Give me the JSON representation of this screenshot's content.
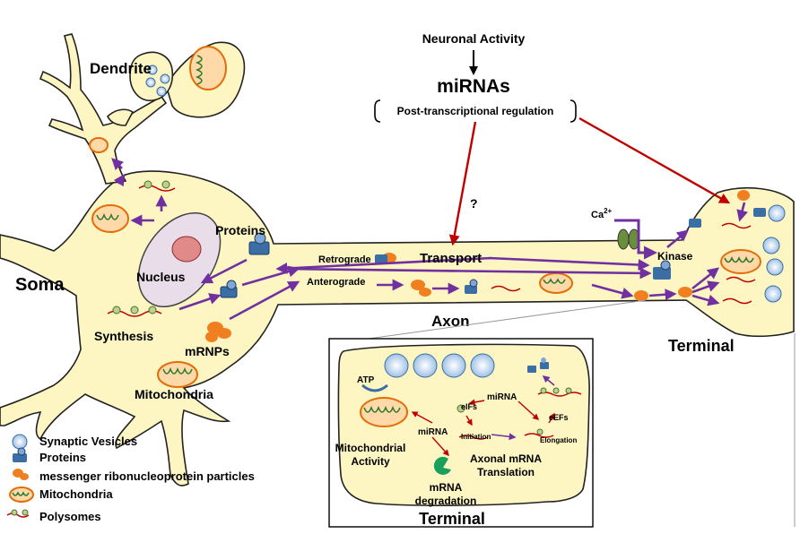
{
  "labels": {
    "neuronal_activity": "Neuronal Activity",
    "mirnas": "miRNAs",
    "post_transcriptional": "Post-transcriptional regulation",
    "question": "?",
    "dendrite": "Dendrite",
    "soma": "Soma",
    "nucleus": "Nucleus",
    "proteins": "Proteins",
    "synthesis": "Synthesis",
    "mrnps": "mRNPs",
    "mitochondria": "Mitochondria",
    "retrograde": "Retrograde",
    "transport": "Transport",
    "anterograde": "Anterograde",
    "axon": "Axon",
    "ca": "Ca",
    "ca_sup": "2+",
    "kinase": "Kinase",
    "terminal": "Terminal"
  },
  "inset": {
    "atp": "ATP",
    "mirna_left": "miRNA",
    "mirna_top": "miRNA",
    "eifs": "eIFs",
    "initiation": "Initiation",
    "eefs": "eEFs",
    "elongation": "Elongation",
    "mito_activity_line1": "Mitochondrial",
    "mito_activity_line2": "Activity",
    "axonal_line1": "Axonal mRNA",
    "axonal_line2": "Translation",
    "degradation_line1": "mRNA",
    "degradation_line2": "degradation",
    "title": "Terminal"
  },
  "legend": [
    {
      "icon": "synaptic-vesicle-icon",
      "label": "Synaptic Vesicles"
    },
    {
      "icon": "protein-icon",
      "label": "Proteins"
    },
    {
      "icon": "mrnp-icon",
      "label": "messenger ribonucleoprotein particles"
    },
    {
      "icon": "mitochondria-icon",
      "label": "Mitochondria"
    },
    {
      "icon": "polysome-icon",
      "label": "Polysomes"
    }
  ],
  "colors": {
    "cytoplasm": "#fdf6c3",
    "arrow_purple": "#7030a0",
    "arrow_red": "#c00000",
    "mrnp_orange": "#f07f20",
    "protein_blue": "#3a6ea5",
    "mitochondria_orange": "#e36c09",
    "nucleus_fill": "#e8dde9",
    "nucleolus_fill": "#e08a8a",
    "receptor_green": "#6b8e3a"
  }
}
